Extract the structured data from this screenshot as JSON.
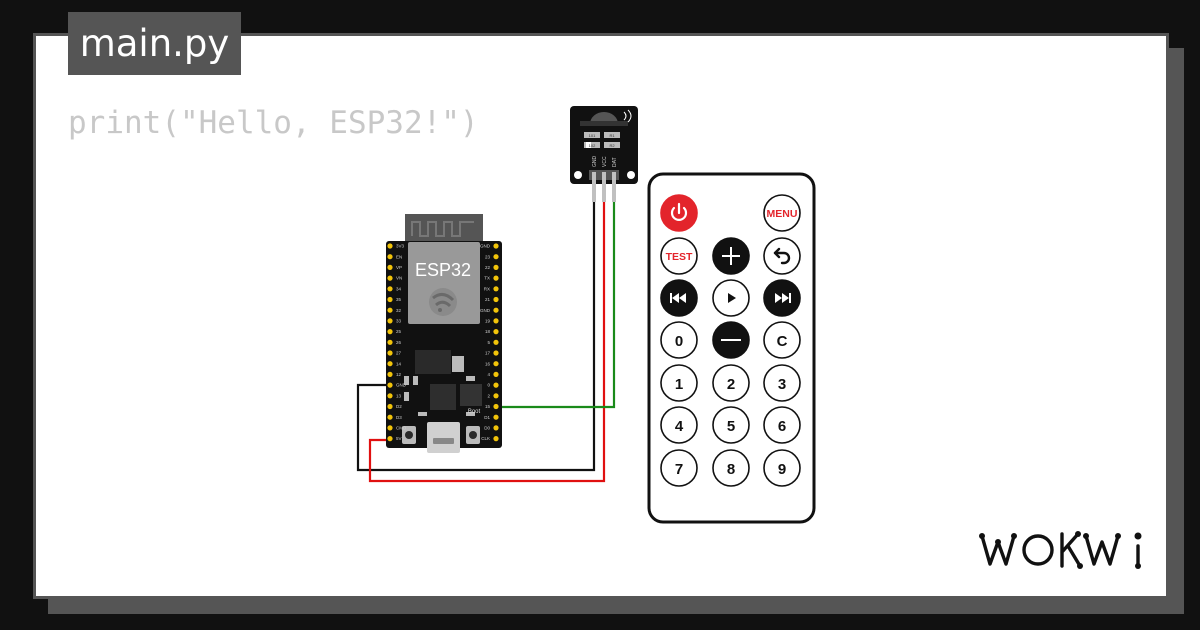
{
  "editor": {
    "filename": "main.py",
    "code_line": "print(\"Hello, ESP32!\")"
  },
  "board": {
    "chip_label": "ESP32",
    "left_pins": [
      "3V3",
      "EN",
      "VP",
      "VN",
      "34",
      "35",
      "32",
      "33",
      "25",
      "26",
      "27",
      "14",
      "12",
      "GND",
      "13",
      "D2",
      "D3",
      "CMD",
      "5V"
    ],
    "right_pins": [
      "GND",
      "23",
      "22",
      "TX",
      "RX",
      "21",
      "GND",
      "19",
      "18",
      "5",
      "17",
      "16",
      "4",
      "0",
      "2",
      "15",
      "D1",
      "D0",
      "CLK"
    ],
    "boot_label": "Boot"
  },
  "ir_receiver": {
    "pin_labels": [
      "GND",
      "VCC",
      "DAT"
    ],
    "chip_labels": [
      "101",
      "102",
      "R1",
      "R2"
    ]
  },
  "remote": {
    "buttons": [
      {
        "name": "power",
        "label": ""
      },
      {
        "name": "menu",
        "label": "MENU"
      },
      {
        "name": "test",
        "label": "TEST"
      },
      {
        "name": "plus",
        "label": ""
      },
      {
        "name": "back",
        "label": ""
      },
      {
        "name": "prev",
        "label": ""
      },
      {
        "name": "play",
        "label": ""
      },
      {
        "name": "next",
        "label": ""
      },
      {
        "name": "digit-0",
        "label": "0"
      },
      {
        "name": "minus",
        "label": ""
      },
      {
        "name": "clear",
        "label": "C"
      },
      {
        "name": "digit-1",
        "label": "1"
      },
      {
        "name": "digit-2",
        "label": "2"
      },
      {
        "name": "digit-3",
        "label": "3"
      },
      {
        "name": "digit-4",
        "label": "4"
      },
      {
        "name": "digit-5",
        "label": "5"
      },
      {
        "name": "digit-6",
        "label": "6"
      },
      {
        "name": "digit-7",
        "label": "7"
      },
      {
        "name": "digit-8",
        "label": "8"
      },
      {
        "name": "digit-9",
        "label": "9"
      }
    ]
  },
  "wires": {
    "gnd_color": "#111111",
    "vcc_color": "#e01010",
    "data_color": "#1a8a1a"
  },
  "brand": {
    "logo_text": "WOKWi"
  }
}
